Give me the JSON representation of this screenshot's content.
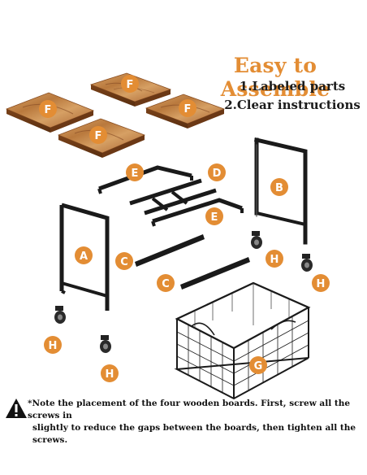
{
  "header": {
    "title": "Easy to Assemble",
    "point1": "1.Labeled parts",
    "point2": "2.Clear instructions"
  },
  "labels": {
    "board": "F",
    "side_panel_left": "A",
    "side_panel_right": "B",
    "crossbar": "C",
    "frame_d": "D",
    "frame_e": "E",
    "basket": "G",
    "caster": "H"
  },
  "note": {
    "line1": "*Note the placement of the four wooden boards.  First, screw all the screws in",
    "line2": "slightly to reduce the gaps between the boards, then tighten all the screws."
  },
  "colors": {
    "accent": "#e38d34",
    "wood": "#b26a2f",
    "metal": "#1a1a1a"
  }
}
